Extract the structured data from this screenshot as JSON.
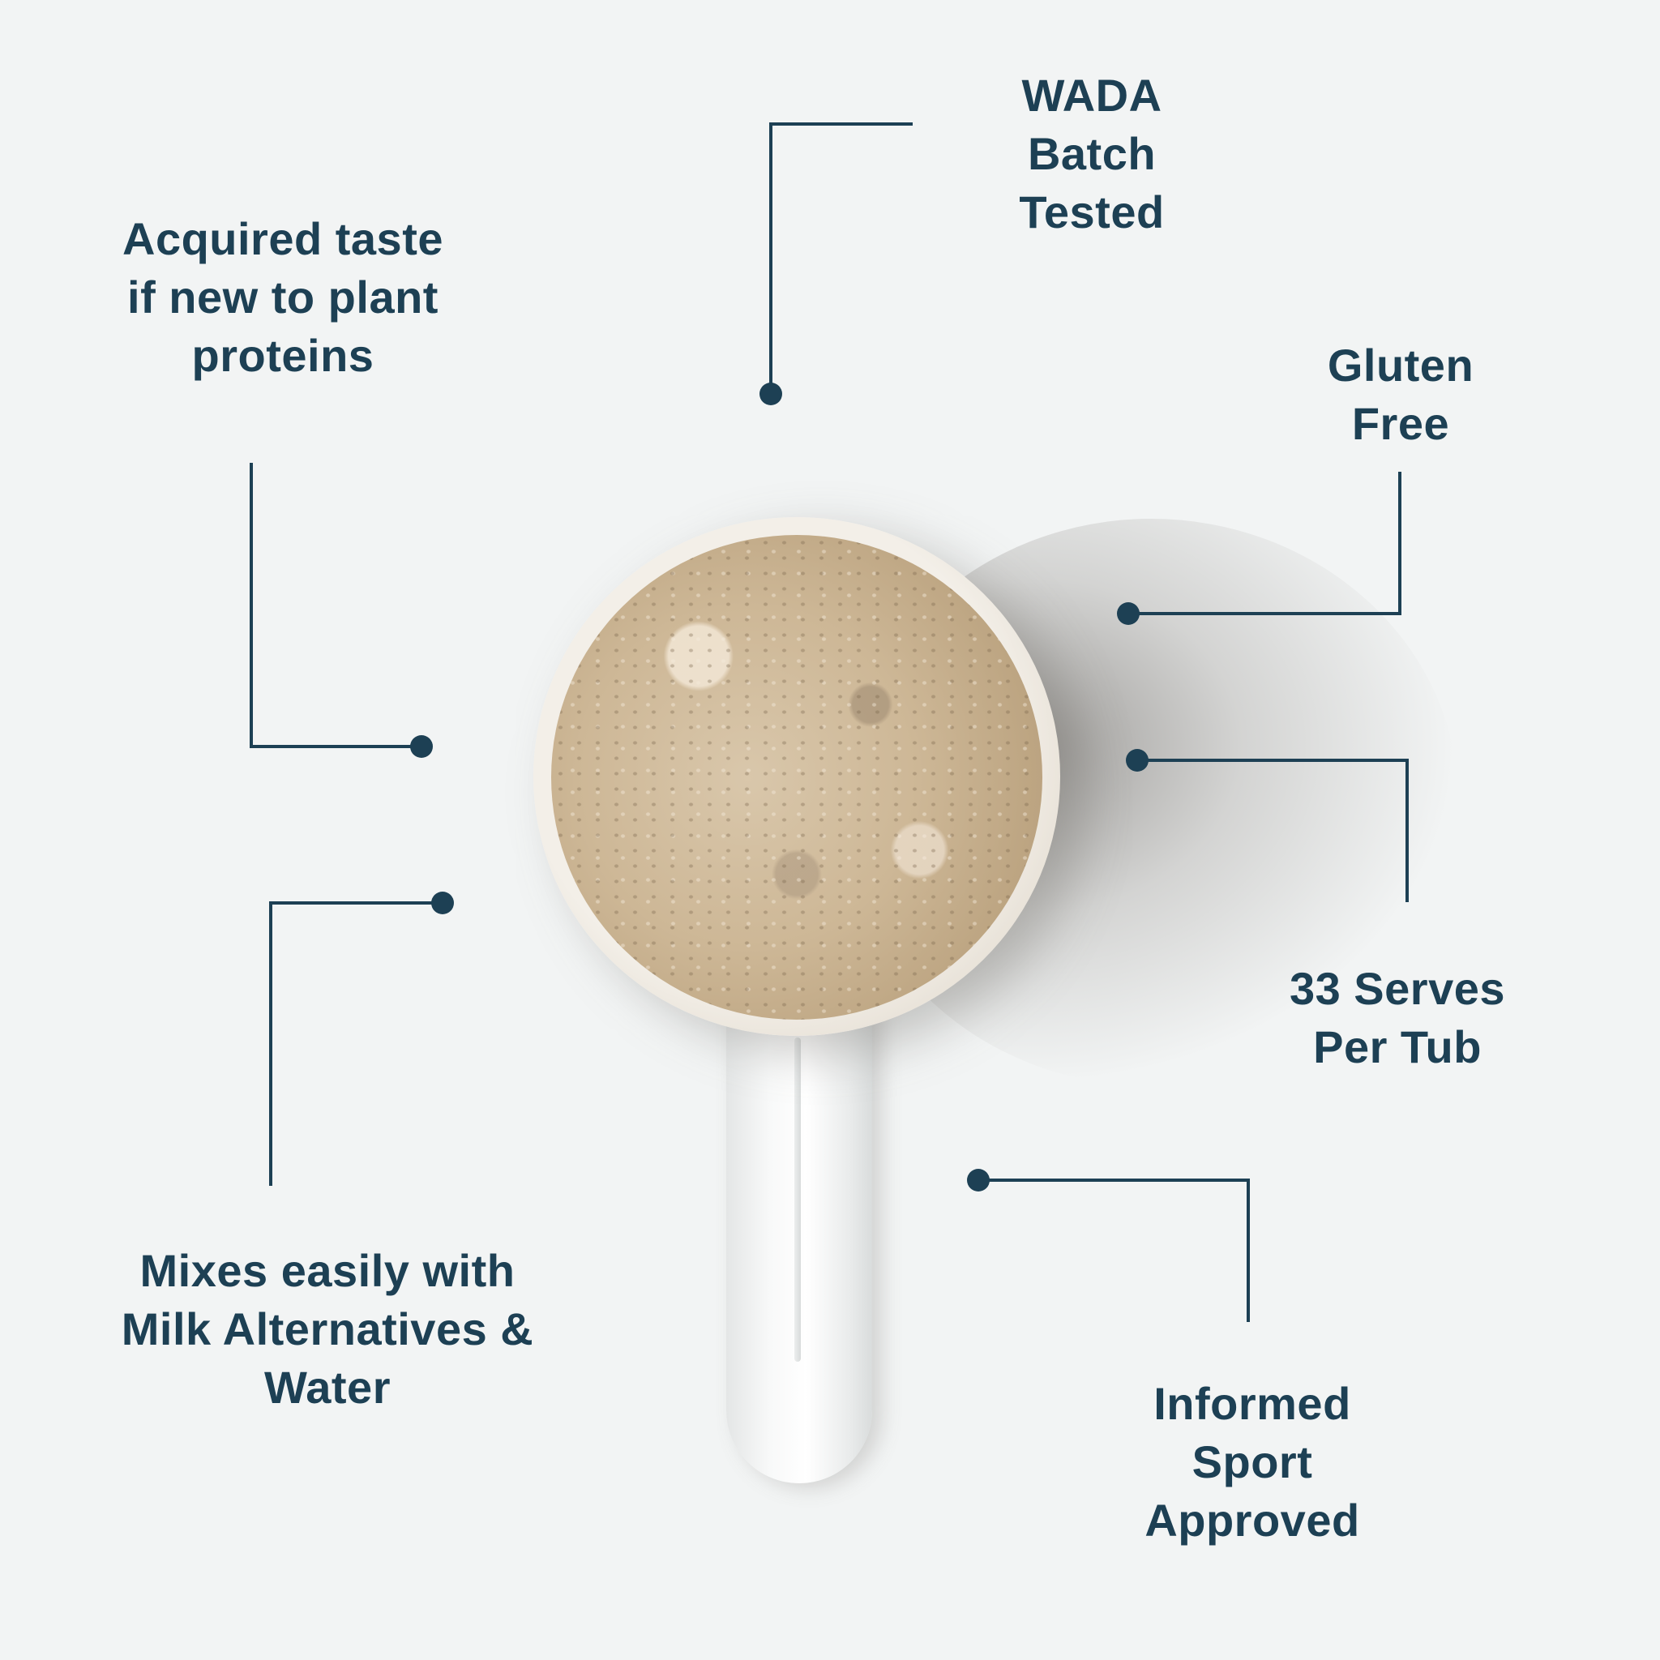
{
  "colors": {
    "background": "#f2f4f4",
    "text_and_lines": "#1d4054",
    "powder": "#cdb796"
  },
  "image": {
    "subject": "scoop of plant protein powder",
    "icon": "protein-scoop"
  },
  "callouts": [
    {
      "id": "acquired-taste",
      "lines": [
        "Acquired taste",
        "if new to plant",
        "proteins"
      ]
    },
    {
      "id": "wada",
      "lines": [
        "WADA",
        "Batch",
        "Tested"
      ]
    },
    {
      "id": "gluten-free",
      "lines": [
        "Gluten",
        "Free"
      ]
    },
    {
      "id": "serves",
      "lines": [
        "33 Serves",
        "Per Tub"
      ]
    },
    {
      "id": "mixes",
      "lines": [
        "Mixes easily with",
        "Milk Alternatives &",
        "Water"
      ]
    },
    {
      "id": "informed-sport",
      "lines": [
        "Informed",
        "Sport",
        "Approved"
      ]
    }
  ]
}
